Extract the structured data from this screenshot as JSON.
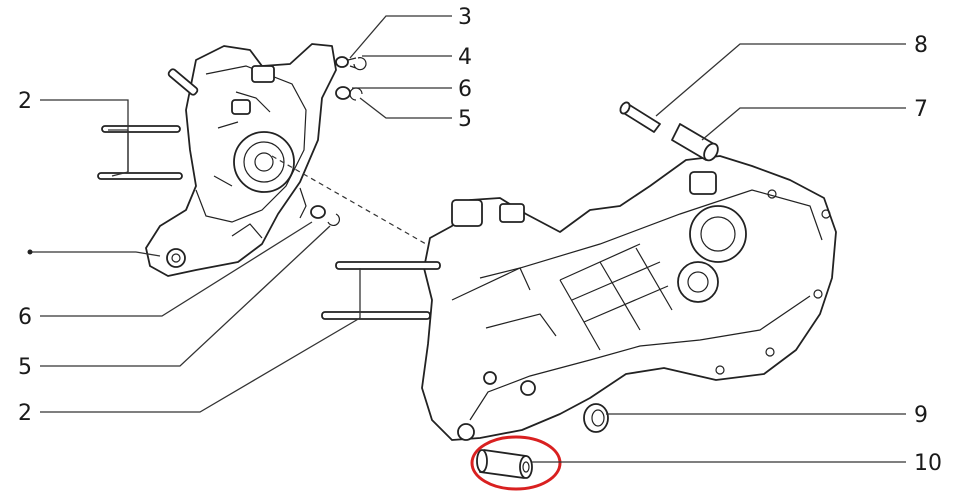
{
  "callouts": {
    "c3": "3",
    "c4": "4",
    "c6a": "6",
    "c5a": "5",
    "c8": "8",
    "c7": "7",
    "c2a": "2",
    "c6b": "6",
    "c5b": "5",
    "c2b": "2",
    "c9": "9",
    "c10": "10"
  },
  "colors": {
    "line": "#222222",
    "highlight": "#d92020",
    "background": "#ffffff"
  }
}
